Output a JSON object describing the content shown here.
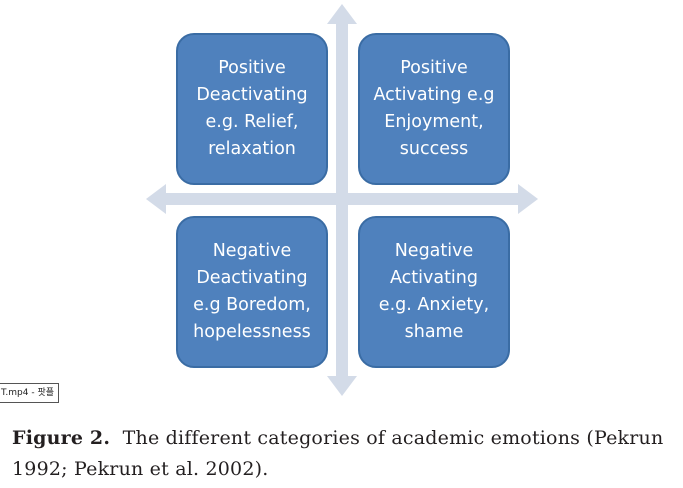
{
  "diagram": {
    "colors": {
      "box_fill": "#4f81bd",
      "box_border": "#3a6ca4",
      "box_text": "#ffffff",
      "axis": "#d3dbe8"
    },
    "quadrants": {
      "positive_deactivating": [
        "Positive",
        "Deactivating",
        "e.g. Relief,",
        "relaxation"
      ],
      "positive_activating": [
        "Positive",
        "Activating e.g",
        "Enjoyment,",
        "success"
      ],
      "negative_deactivating": [
        "Negative",
        "Deactivating",
        "e.g Boredom,",
        "hopelessness"
      ],
      "negative_activating": [
        "Negative",
        "Activating",
        "e.g. Anxiety,",
        "shame"
      ]
    }
  },
  "overlay_tag": "T.mp4 - 팟플",
  "caption": {
    "label": "Figure 2.",
    "text": "The different categories of academic emotions (Pekrun 1992; Pekrun et al. 2002)."
  }
}
